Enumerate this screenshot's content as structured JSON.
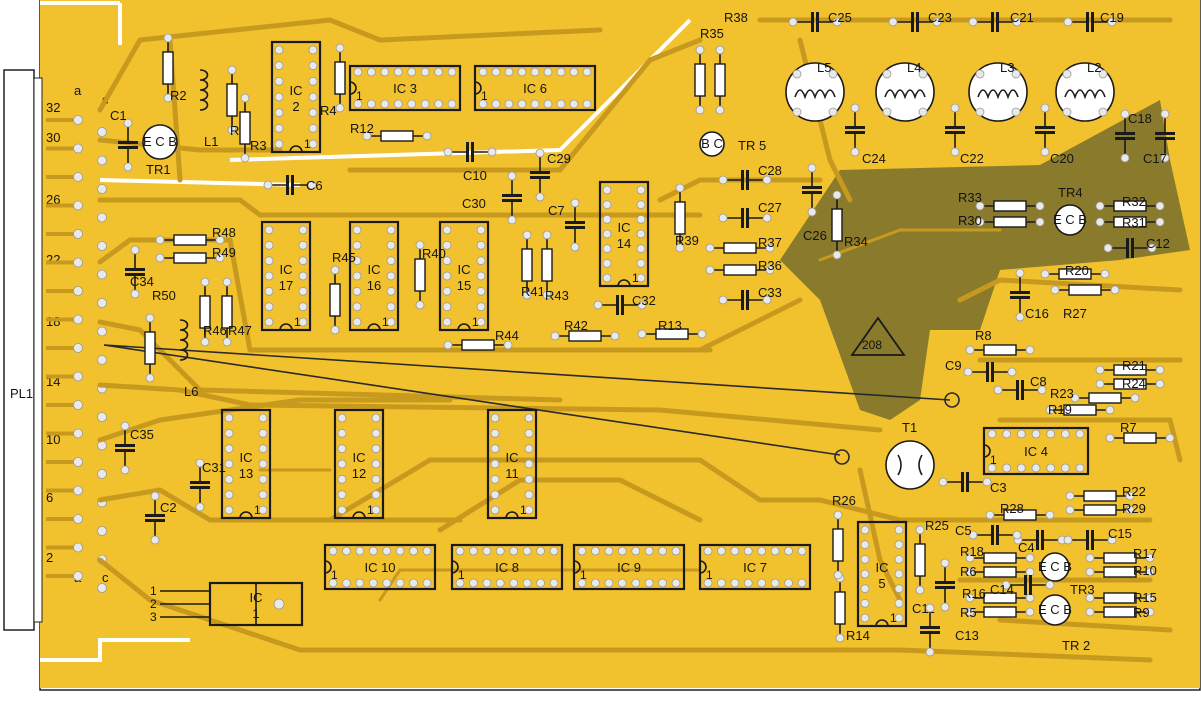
{
  "connector": {
    "name": "PL1",
    "pin_numbers": [
      "32",
      "30",
      "26",
      "22",
      "18",
      "14",
      "10",
      "6",
      "2"
    ],
    "row_a": "a",
    "row_c": "c"
  },
  "ics": [
    {
      "id": "ic2",
      "line1": "IC",
      "line2": "2"
    },
    {
      "id": "ic3",
      "line1": "IC 3",
      "line2": ""
    },
    {
      "id": "ic6",
      "line1": "IC 6",
      "line2": ""
    },
    {
      "id": "ic14",
      "line1": "IC",
      "line2": "14"
    },
    {
      "id": "ic17",
      "line1": "IC",
      "line2": "17"
    },
    {
      "id": "ic16",
      "line1": "IC",
      "line2": "16"
    },
    {
      "id": "ic15",
      "line1": "IC",
      "line2": "15"
    },
    {
      "id": "ic13",
      "line1": "IC",
      "line2": "13"
    },
    {
      "id": "ic12",
      "line1": "IC",
      "line2": "12"
    },
    {
      "id": "ic11",
      "line1": "IC",
      "line2": "11"
    },
    {
      "id": "ic10",
      "line1": "IC 10",
      "line2": ""
    },
    {
      "id": "ic8",
      "line1": "IC 8",
      "line2": ""
    },
    {
      "id": "ic9",
      "line1": "IC 9",
      "line2": ""
    },
    {
      "id": "ic7",
      "line1": "IC 7",
      "line2": ""
    },
    {
      "id": "ic5",
      "line1": "IC",
      "line2": "5"
    },
    {
      "id": "ic4",
      "line1": "IC 4",
      "line2": ""
    },
    {
      "id": "ic1",
      "line1": "IC",
      "line2": "1"
    }
  ],
  "pin_one": "1",
  "ic1_pins": [
    "1",
    "2",
    "3"
  ],
  "transistors": [
    {
      "id": "tr1",
      "label": "TR1",
      "pins": "E C B"
    },
    {
      "id": "tr5",
      "label": "TR 5",
      "pins": "B C"
    },
    {
      "id": "tr4",
      "label": "TR4",
      "pins": "E C B"
    },
    {
      "id": "tr3",
      "label": "TR3",
      "pins": "E C B"
    },
    {
      "id": "tr2",
      "label": "TR 2",
      "pins": "E C B"
    },
    {
      "id": "t1",
      "label": "T1",
      "pins": ""
    }
  ],
  "coils": [
    "L1",
    "L2",
    "L3",
    "L4",
    "L5",
    "L6"
  ],
  "resistors": [
    "R1",
    "R2",
    "R3",
    "R4",
    "R5",
    "R6",
    "R7",
    "R8",
    "R9",
    "R10",
    "R12",
    "R13",
    "R14",
    "R15",
    "R16",
    "R17",
    "R18",
    "R19",
    "R20",
    "R21",
    "R22",
    "R23",
    "R24",
    "R25",
    "R26",
    "R27",
    "R28",
    "R29",
    "R30",
    "R31",
    "R32",
    "R33",
    "R34",
    "R35",
    "R36",
    "R37",
    "R38",
    "R39",
    "R40",
    "R41",
    "R42",
    "R43",
    "R44",
    "R45",
    "R46",
    "R47",
    "R48",
    "R49",
    "R50"
  ],
  "capacitors": [
    "C1",
    "C2",
    "C3",
    "C4",
    "C5",
    "C6",
    "C7",
    "C8",
    "C9",
    "C10",
    "C11",
    "C12",
    "C13",
    "C14",
    "C15",
    "C16",
    "C17",
    "C18",
    "C19",
    "C20",
    "C21",
    "C22",
    "C23",
    "C24",
    "C25",
    "C26",
    "C27",
    "C28",
    "C29",
    "C30",
    "C31",
    "C32",
    "C33",
    "C34",
    "C35"
  ],
  "board_number": "208",
  "colors": {
    "board": "#f2c12e",
    "copper": "#c79a1f",
    "ground_plane": "#8a7a2c",
    "silkscreen": "#1a1a1a",
    "pad": "#e9e9e9"
  }
}
